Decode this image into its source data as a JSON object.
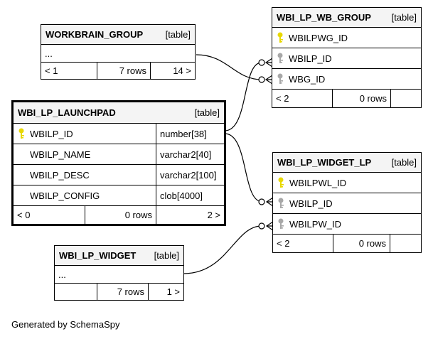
{
  "diagram": {
    "tables": [
      {
        "id": "workbrain_group",
        "name": "WORKBRAIN_GROUP",
        "kind": "[table]",
        "columns": [
          {
            "name": "...",
            "key": "none"
          }
        ],
        "footer": [
          "< 1",
          "7 rows",
          "14 >"
        ]
      },
      {
        "id": "wbi_lp_launchpad",
        "name": "WBI_LP_LAUNCHPAD",
        "kind": "[table]",
        "columns": [
          {
            "name": "WBILP_ID",
            "type": "number[38]",
            "key": "primary"
          },
          {
            "name": "WBILP_NAME",
            "type": "varchar2[40]",
            "key": "none"
          },
          {
            "name": "WBILP_DESC",
            "type": "varchar2[100]",
            "key": "none"
          },
          {
            "name": "WBILP_CONFIG",
            "type": "clob[4000]",
            "key": "none"
          }
        ],
        "footer": [
          "< 0",
          "0 rows",
          "2 >"
        ]
      },
      {
        "id": "wbi_lp_widget",
        "name": "WBI_LP_WIDGET",
        "kind": "[table]",
        "columns": [
          {
            "name": "...",
            "key": "none"
          }
        ],
        "footer": [
          "",
          "7 rows",
          "1 >"
        ]
      },
      {
        "id": "wbi_lp_wb_group",
        "name": "WBI_LP_WB_GROUP",
        "kind": "[table]",
        "columns": [
          {
            "name": "WBILPWG_ID",
            "key": "primary"
          },
          {
            "name": "WBILP_ID",
            "key": "foreign"
          },
          {
            "name": "WBG_ID",
            "key": "foreign"
          }
        ],
        "footer": [
          "< 2",
          "0 rows",
          ""
        ]
      },
      {
        "id": "wbi_lp_widget_lp",
        "name": "WBI_LP_WIDGET_LP",
        "kind": "[table]",
        "columns": [
          {
            "name": "WBILPWL_ID",
            "key": "primary"
          },
          {
            "name": "WBILP_ID",
            "key": "foreign"
          },
          {
            "name": "WBILPW_ID",
            "key": "foreign"
          }
        ],
        "footer": [
          "< 2",
          "0 rows",
          ""
        ]
      }
    ],
    "relationships": [
      {
        "from": "wbi_lp_wb_group.WBILP_ID",
        "to": "wbi_lp_launchpad.WBILP_ID"
      },
      {
        "from": "wbi_lp_wb_group.WBG_ID",
        "to": "workbrain_group"
      },
      {
        "from": "wbi_lp_widget_lp.WBILP_ID",
        "to": "wbi_lp_launchpad.WBILP_ID"
      },
      {
        "from": "wbi_lp_widget_lp.WBILPW_ID",
        "to": "wbi_lp_widget"
      }
    ],
    "colors": {
      "primary_key": "#e8d800",
      "foreign_key": "#a8a8a8",
      "line": "#000000",
      "header_bg": "#f4f4f4"
    }
  },
  "footer_text": "Generated by SchemaSpy"
}
